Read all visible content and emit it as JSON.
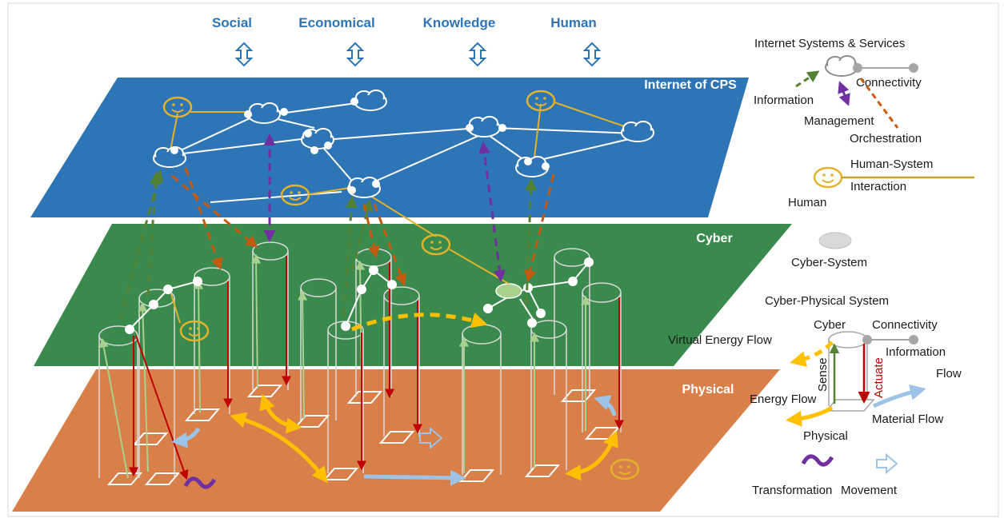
{
  "top_labels": {
    "social": "Social",
    "economical": "Economical",
    "knowledge": "Knowledge",
    "human": "Human"
  },
  "layers": {
    "internet_of_cps": "Internet of CPS",
    "cyber": "Cyber",
    "physical": "Physical"
  },
  "legend": {
    "internet_systems_services": "Internet Systems & Services",
    "connectivity": "Connectivity",
    "information": "Information",
    "management": "Management",
    "orchestration": "Orchestration",
    "human_system": "Human-System",
    "interaction": "Interaction",
    "human": "Human",
    "cyber_system": "Cyber-System",
    "cyber_physical_system": "Cyber-Physical System",
    "cyber": "Cyber",
    "connectivity2": "Connectivity",
    "virtual_energy_flow": "Virtual Energy Flow",
    "information2": "Information",
    "flow": "Flow",
    "sense": "Sense",
    "actuate": "Actuate",
    "energy_flow": "Energy Flow",
    "material_flow": "Material Flow",
    "physical": "Physical",
    "transformation": "Transformation",
    "movement": "Movement"
  },
  "colors": {
    "internet_layer": "#2e75b6",
    "cyber_layer": "#3a8a4e",
    "physical_layer": "#d9804a",
    "top_label": "#2e75b6",
    "human_face": "#e2b32a",
    "energy": "#ffc000",
    "material": "#9dc3e6",
    "actuate": "#c00000",
    "sense": "#538135",
    "management": "#7030a0",
    "orchestration": "#c55a11",
    "info_green": "#548235"
  }
}
